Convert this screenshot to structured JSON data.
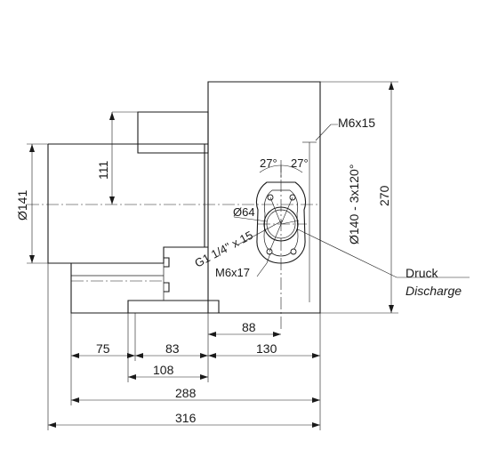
{
  "labels": {
    "thread_top": "M6x15",
    "thread_bottom": "M6x17",
    "pipe_thread": "G1 1/4\" x 15",
    "bore_dia": "Ø64",
    "bolt_circle": "Ø140 - 3x120°",
    "body_dia": "Ø141",
    "angle_left": "27°",
    "angle_right": "27°",
    "discharge_de": "Druck",
    "discharge_en": "Discharge"
  },
  "dimensions": {
    "height_total": "270",
    "motor_height": "111",
    "d75": "75",
    "d83": "83",
    "d108": "108",
    "d88": "88",
    "d130": "130",
    "d288": "288",
    "d316": "316"
  }
}
